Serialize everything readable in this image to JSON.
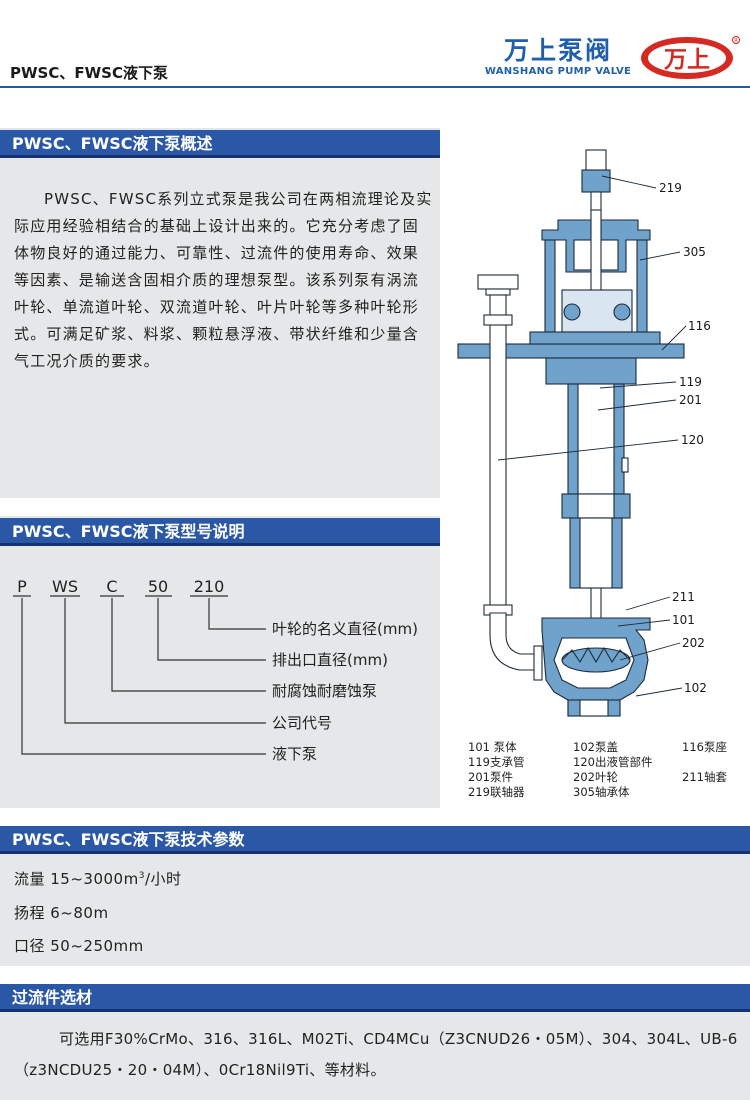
{
  "header": {
    "title": "PWSC、FWSC液下泵",
    "brand_cn": "万上泵阀",
    "brand_en": "WANSHANG PUMP VALVE",
    "logo_text": "万上",
    "brand_color": "#1f5fae"
  },
  "overview": {
    "heading": "PWSC、FWSC液下泵概述",
    "text": "PWSC、FWSC系列立式泵是我公司在两相流理论及实际应用经验相结合的基础上设计出来的。它充分考虑了固体物良好的通过能力、可靠性、过流件的使用寿命、效果等因素、是输送含固相介质的理想泵型。该系列泵有涡流叶轮、单流道叶轮、双流道叶轮、叶片叶轮等多种叶轮形式。可满足矿浆、料浆、颗粒悬浮液、带状纤维和少量含气工况介质的要求。"
  },
  "model": {
    "heading": "PWSC、FWSC液下泵型号说明",
    "parts": [
      {
        "code": "P",
        "desc": "液下泵"
      },
      {
        "code": "WS",
        "desc": "公司代号"
      },
      {
        "code": "C",
        "desc": "耐腐蚀耐磨蚀泵"
      },
      {
        "code": "50",
        "desc": "排出口直径(mm)"
      },
      {
        "code": "210",
        "desc": "叶轮的名义直径(mm)"
      }
    ]
  },
  "diagram": {
    "callouts": [
      "219",
      "305",
      "116",
      "119",
      "201",
      "120",
      "211",
      "101",
      "202",
      "102"
    ],
    "legend": [
      "101 泵体",
      "102泵盖",
      "116泵座",
      "119支承管",
      "120出液管部件",
      "201泵件",
      "202叶轮",
      "211轴套",
      "219联轴器",
      "305轴承体"
    ]
  },
  "specs": {
    "heading": "PWSC、FWSC液下泵技术参数",
    "flow_prefix": "流量 15~3000m",
    "flow_sup": "3",
    "flow_suffix": "/小时",
    "head": "扬程  6~80m",
    "diameter": "口径  50~250mm"
  },
  "materials": {
    "heading": "过流件选材",
    "text": "可选用F30%CrMo、316、316L、M02Ti、CD4MCu（Z3CNUD26・05M）、304、304L、UB-6（z3NCDU25・20・04M）、0Cr18Nil9Ti、等材料。"
  },
  "colors": {
    "bar": "#2b58a6",
    "bar_shadow": "#14336e",
    "panel": "#e6e7e8",
    "steel": "#6fa3cc",
    "logo_red": "#d42a22"
  }
}
